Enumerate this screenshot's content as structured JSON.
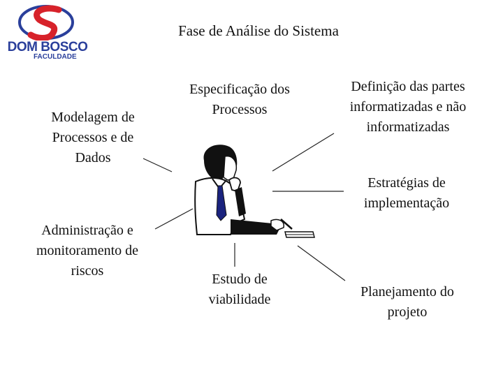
{
  "logo": {
    "brand": "DOM BOSCO",
    "subtitle": "FACULDADE",
    "colors": {
      "red": "#d7222a",
      "blue": "#2a3f9b"
    }
  },
  "title": "Fase de Análise do Sistema",
  "labels": {
    "modelagem": [
      "Modelagem de",
      "Processos e de",
      "Dados"
    ],
    "especificacao": [
      "Especificação dos",
      "Processos"
    ],
    "definicao": [
      "Definição das partes",
      "informatizadas e não",
      "informatizadas"
    ],
    "estrategias": [
      "Estratégias de",
      "implementação"
    ],
    "administracao": [
      "Administração e",
      "monitoramento de",
      "riscos"
    ],
    "estudo": [
      "Estudo de",
      "viabilidade"
    ],
    "planejamento": [
      "Planejamento do",
      "projeto"
    ]
  },
  "figure": {
    "icon": "thinking-man-at-desk",
    "tie_color": "#1a237e"
  }
}
